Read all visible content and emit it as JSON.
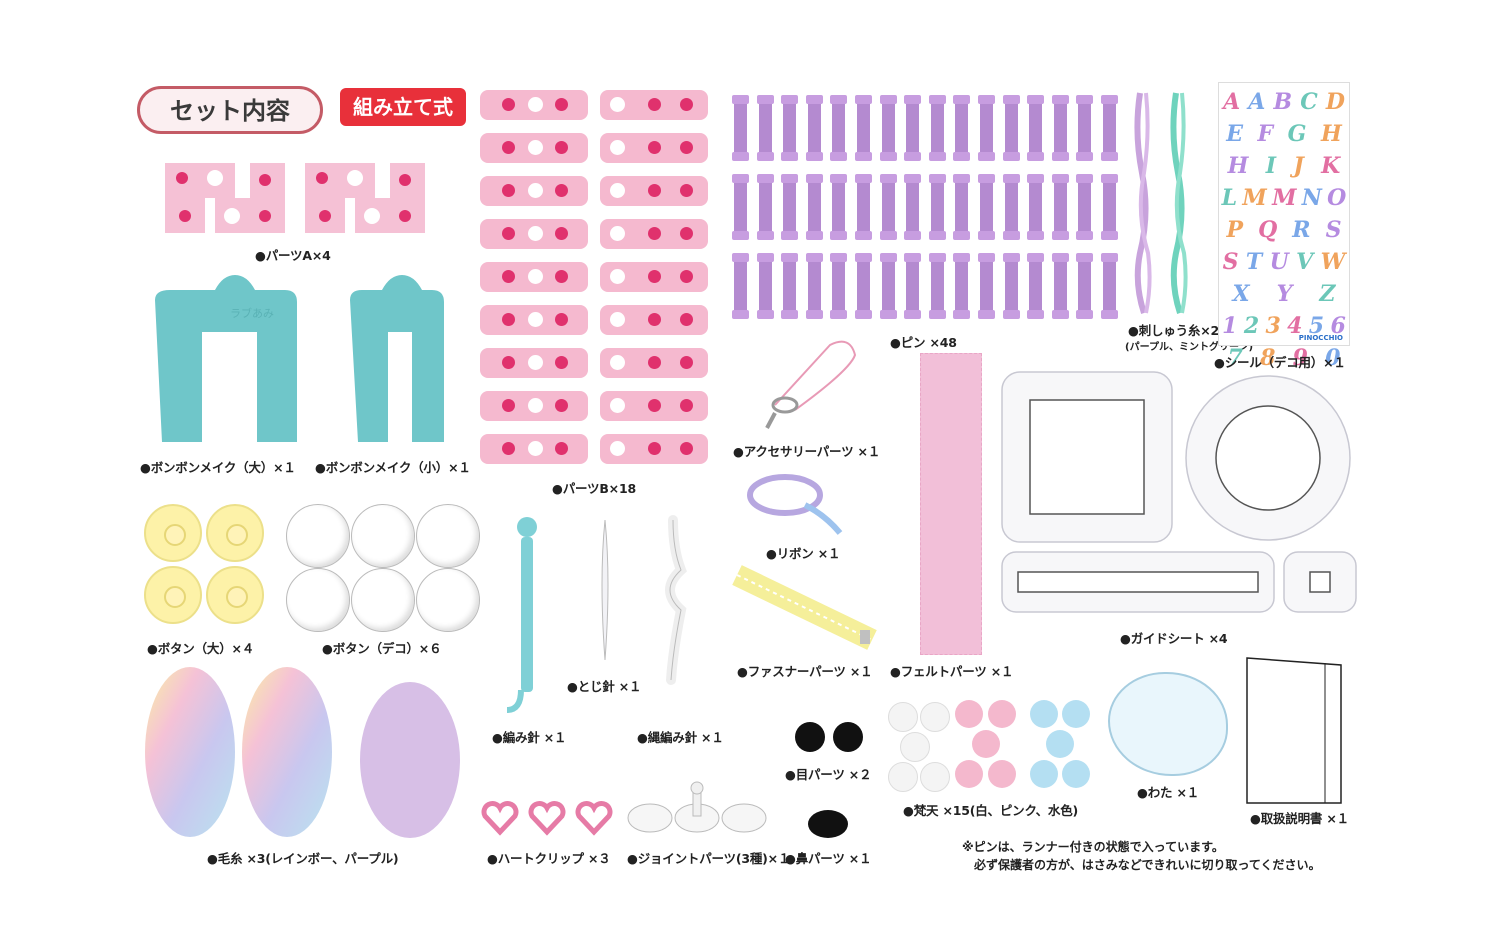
{
  "header": {
    "title": "セット内容",
    "badge": "組み立て式"
  },
  "labels": {
    "partsA": "●パーツA×4",
    "pompomLarge": "●ボンボンメイク（大）×１",
    "pompomSmall": "●ボンボンメイク（小）×１",
    "partsB": "●パーツB×18",
    "pins": "●ピン ×48",
    "embroidery": "●刺しゅう糸×2",
    "embroideryNote": "(パープル、ミントグリーン)",
    "sticker": "●シール（デコ用）×１",
    "accessory": "●アクセサリーパーツ ×１",
    "ribbon": "●リボン ×１",
    "guide": "●ガイドシート ×4",
    "buttonLarge": "●ボタン（大）×４",
    "buttonDeco": "●ボタン（デコ）×６",
    "tojiNeedle": "●とじ針 ×１",
    "hookNeedle": "●編み針 ×１",
    "cableNeedle": "●縄編み針 ×１",
    "fastener": "●ファスナーパーツ ×１",
    "felt": "●フェルトパーツ ×１",
    "eyes": "●目パーツ ×２",
    "pompoms": "●梵天 ×15(白、ピンク、水色)",
    "cotton": "●わた ×１",
    "manual": "●取扱説明書 ×１",
    "yarn": "●毛糸 ×3(レインボー、パープル)",
    "heartClip": "●ハートクリップ ×３",
    "joint": "●ジョイントパーツ(3種)×１",
    "nose": "●鼻パーツ ×１"
  },
  "note": {
    "line1": "※ピンは、ランナー付きの状態で入っています。",
    "line2": "必ず保護者の方が、はさみなどできれいに切り取ってください。"
  },
  "sticker": {
    "rows": [
      [
        "A",
        "A",
        "B",
        "C",
        "D"
      ],
      [
        "E",
        "F",
        "G",
        "H"
      ],
      [
        "H",
        "I",
        "J",
        "K"
      ],
      [
        "L",
        "M",
        "M",
        "N",
        "O"
      ],
      [
        "P",
        "Q",
        "R",
        "S"
      ],
      [
        "S",
        "T",
        "U",
        "V",
        "W"
      ],
      [
        "X",
        "Y",
        "Z"
      ],
      [
        "1",
        "2",
        "3",
        "4",
        "5",
        "6"
      ],
      [
        "7",
        "8",
        "9",
        "0"
      ]
    ],
    "brand": "PINOCCHIO"
  },
  "colors": {
    "pinkPart": "#f5b9cf",
    "pinkDot": "#e0316d",
    "teal": "#6fc6c9",
    "purple": "#b48ad0",
    "yellow": "#fdf2a8",
    "accentRed": "#e8303a"
  }
}
